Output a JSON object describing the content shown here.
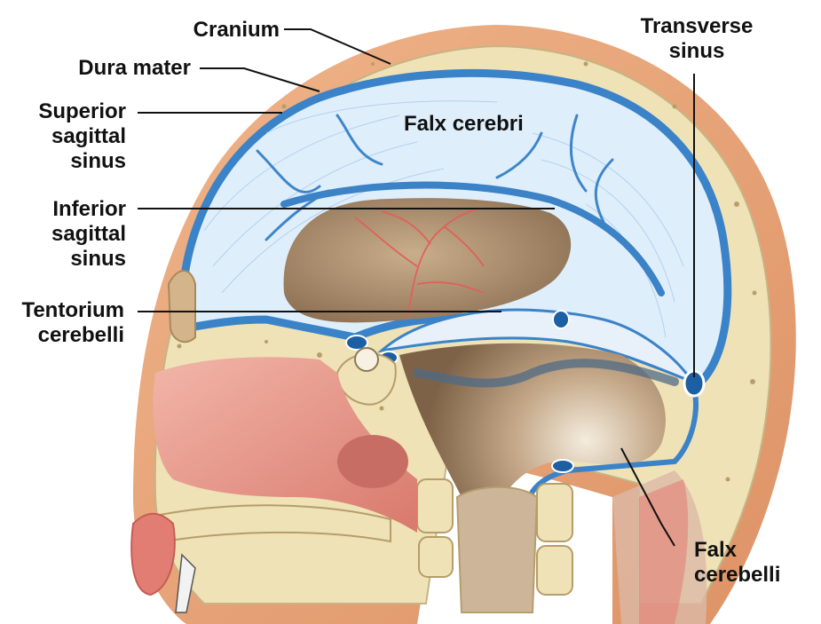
{
  "labels": {
    "cranium": "Cranium",
    "dura_mater": "Dura mater",
    "superior_sagittal_sinus": "Superior\nsagittal\nsinus",
    "inferior_sagittal_sinus": "Inferior\nsagittal\nsinus",
    "tentorium_cerebelli": "Tentorium\ncerebelli",
    "transverse_sinus": "Transverse\nsinus",
    "falx_cerebri": "Falx cerebri",
    "falx_cerebelli": "Falx\ncerebelli"
  },
  "colors": {
    "skin": "#e8a87c",
    "bone": "#efe2b6",
    "dura_blue": "#4a90d0",
    "falx_fill": "#dfeefb",
    "cavity_brown": "#a58a6c",
    "nasal_pink": "#e59a8f",
    "vessel_red": "#e0605a",
    "leader": "#111111"
  }
}
